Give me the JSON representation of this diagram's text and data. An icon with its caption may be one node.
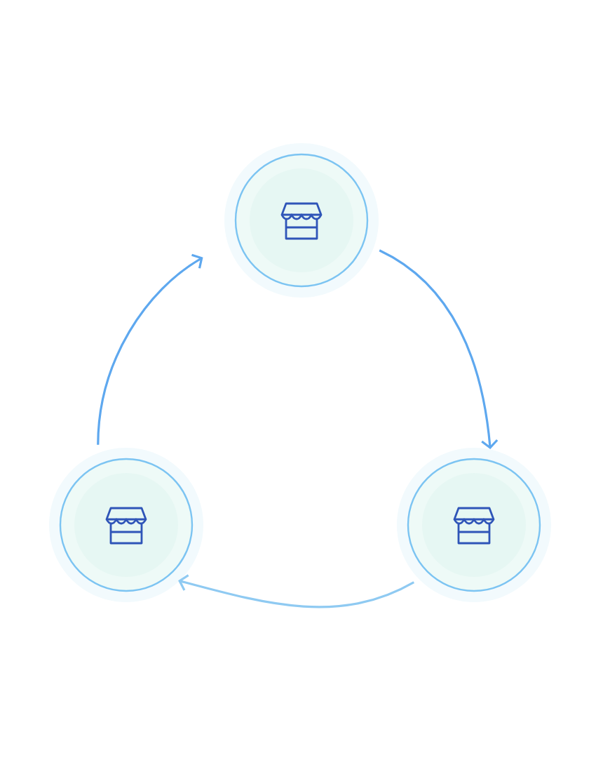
{
  "diagram": {
    "nodes": [
      {
        "text": [],
        "shape": "circle"
      },
      {
        "text": [],
        "shape": "circle"
      },
      {
        "text": [],
        "shape": "circle"
      }
    ],
    "edges": [
      {
        "from": 0,
        "to": 1,
        "arrow": "to"
      },
      {
        "from": 1,
        "to": 2,
        "arrow": "to",
        "color": "#8fcaf2"
      },
      {
        "from": 2,
        "to": 0,
        "arrow": "to"
      }
    ]
  }
}
